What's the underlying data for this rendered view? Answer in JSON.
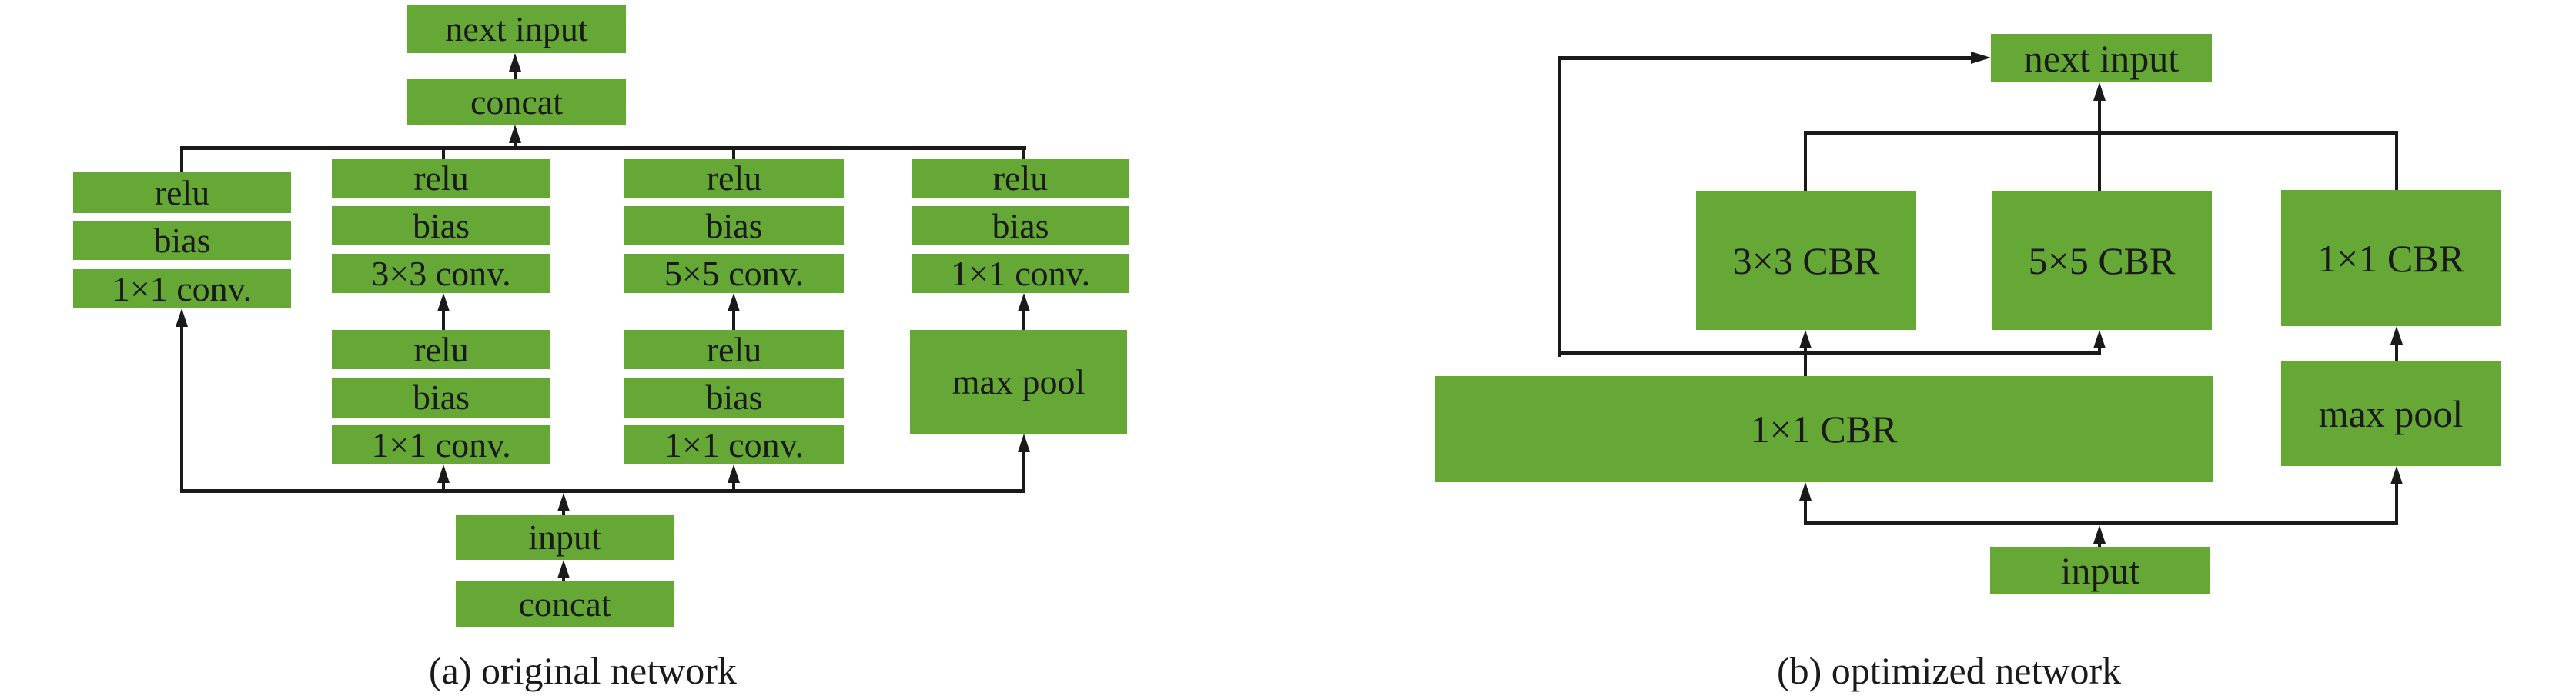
{
  "panels": {
    "a": {
      "caption": "(a) original network",
      "next_input": "next input",
      "concat_top": "concat",
      "input": "input",
      "concat_bottom": "concat",
      "branches": [
        {
          "upper": [
            "relu",
            "bias",
            "1×1 conv."
          ],
          "lower": []
        },
        {
          "upper": [
            "relu",
            "bias",
            "3×3 conv."
          ],
          "lower": [
            "relu",
            "bias",
            "1×1 conv."
          ]
        },
        {
          "upper": [
            "relu",
            "bias",
            "5×5 conv."
          ],
          "lower": [
            "relu",
            "bias",
            "1×1 conv."
          ]
        },
        {
          "upper": [
            "relu",
            "bias",
            "1×1 conv."
          ],
          "lower": [
            "max pool"
          ]
        }
      ]
    },
    "b": {
      "caption": "(b) optimized network",
      "next_input": "next input",
      "cbr_3x3": "3×3 CBR",
      "cbr_5x5": "5×5 CBR",
      "cbr_1x1_right": "1×1 CBR",
      "cbr_1x1_wide": "1×1 CBR",
      "max_pool": "max pool",
      "input": "input"
    }
  },
  "colors": {
    "block": "#66a835",
    "line": "#1a1a1a"
  }
}
